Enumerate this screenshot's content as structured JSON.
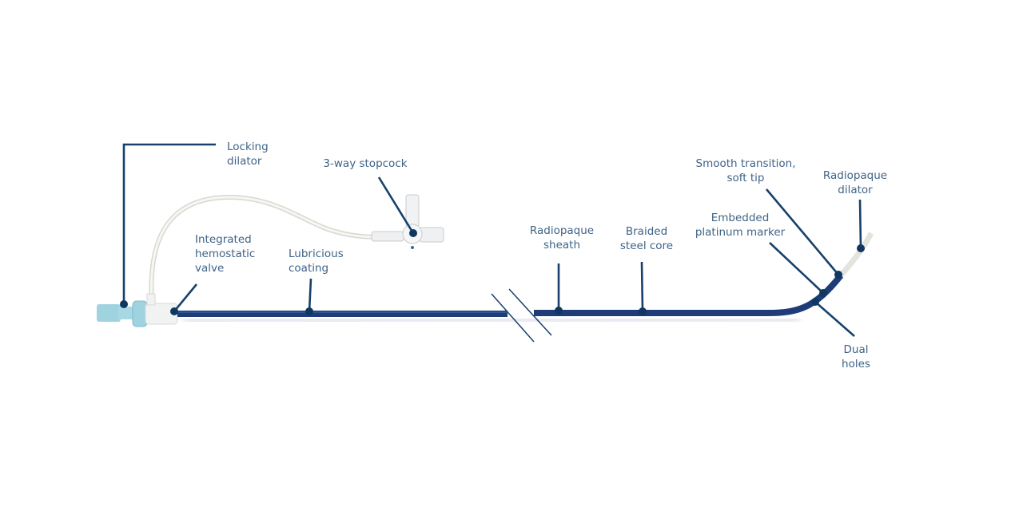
{
  "colors": {
    "label": "#3f6387",
    "leader": "#17406b",
    "catheter": "#1d3c78",
    "hub": "#9fd3e0"
  },
  "labels": {
    "locking_dilator": [
      "Locking",
      "dilator"
    ],
    "stopcock": [
      "3-way stopcock"
    ],
    "hemostatic_valve": [
      "Integrated",
      "hemostatic",
      "valve"
    ],
    "lubricious_coating": [
      "Lubricious",
      "coating"
    ],
    "radiopaque_sheath": [
      "Radiopaque",
      "sheath"
    ],
    "braided_core": [
      "Braided",
      "steel core"
    ],
    "platinum_marker": [
      "Embedded",
      "platinum marker"
    ],
    "soft_tip": [
      "Smooth transition,",
      "soft tip"
    ],
    "radiopaque_dilator": [
      "Radiopaque",
      "dilator"
    ],
    "dual_holes": [
      "Dual",
      "holes"
    ]
  }
}
